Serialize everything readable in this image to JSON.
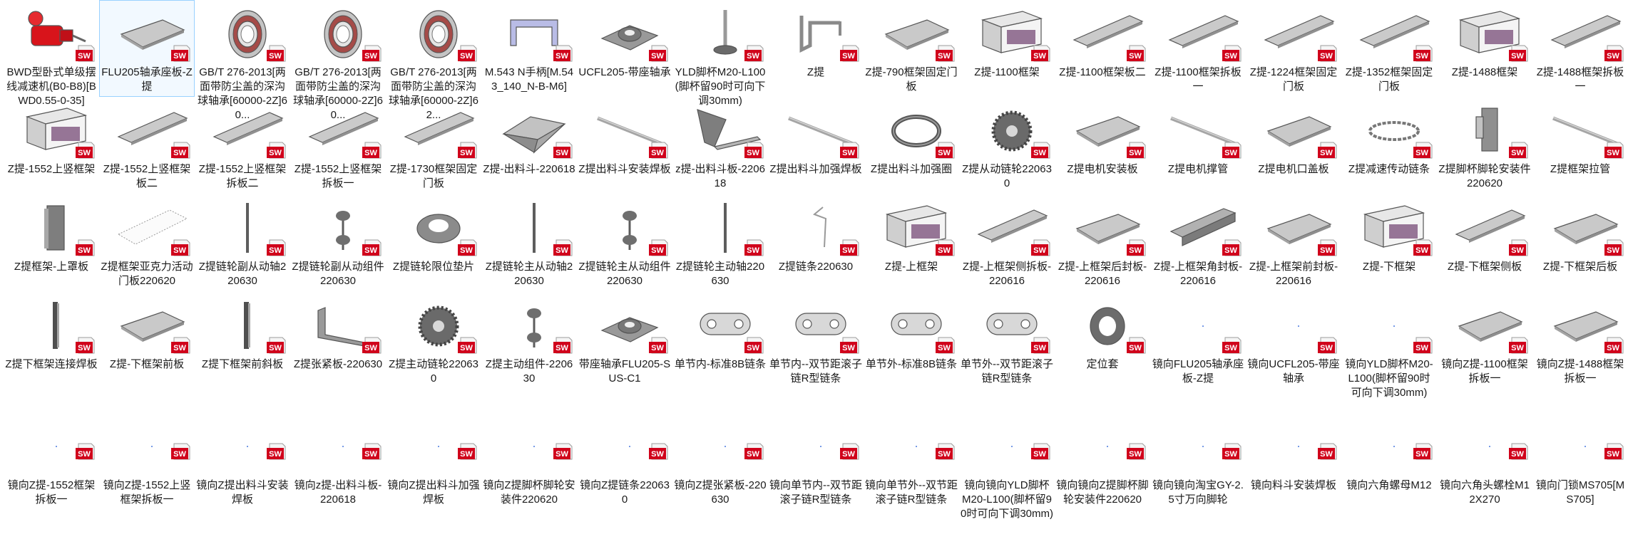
{
  "items": [
    {
      "label": "BWD型卧式单级摆线减速机(B0-B8)[BWD0.55-0-35]",
      "icon": "reducer-icon",
      "selected": false
    },
    {
      "label": "FLU205轴承座板-Z提",
      "icon": "plate-icon",
      "selected": true
    },
    {
      "label": "GB/T 276-2013[两面带防尘盖的深沟球轴承[60000-2Z]60...",
      "icon": "bearing-icon",
      "selected": false
    },
    {
      "label": "GB/T 276-2013[两面带防尘盖的深沟球轴承[60000-2Z]60...",
      "icon": "bearing-icon",
      "selected": false
    },
    {
      "label": "GB/T 276-2013[两面带防尘盖的深沟球轴承[60000-2Z]62...",
      "icon": "bearing-icon",
      "selected": false
    },
    {
      "label": "M.543 N手柄[M.543_140_N-B-M6]",
      "icon": "handle-icon",
      "selected": false
    },
    {
      "label": "UCFL205-带座轴承",
      "icon": "flange-bearing-icon",
      "selected": false
    },
    {
      "label": "YLD脚杯M20-L100(脚杯留90时可向下调30mm)",
      "icon": "leveling-foot-icon",
      "selected": false
    },
    {
      "label": "Z提",
      "icon": "frame-icon",
      "selected": false
    },
    {
      "label": "Z提-790框架固定门板",
      "icon": "plate-icon",
      "selected": false
    },
    {
      "label": "Z提-1100框架",
      "icon": "frame-box-icon",
      "selected": false
    },
    {
      "label": "Z提-1100框架板二",
      "icon": "long-plate-icon",
      "selected": false
    },
    {
      "label": "Z提-1100框架拆板一",
      "icon": "long-plate-icon",
      "selected": false
    },
    {
      "label": "Z提-1224框架固定门板",
      "icon": "long-plate-icon",
      "selected": false
    },
    {
      "label": "Z提-1352框架固定门板",
      "icon": "long-plate-icon",
      "selected": false
    },
    {
      "label": "Z提-1488框架",
      "icon": "frame-box-icon",
      "selected": false
    },
    {
      "label": "Z提-1488框架拆板一",
      "icon": "long-plate-icon",
      "selected": false
    },
    {
      "label": "Z提-1552上竖框架",
      "icon": "frame-box-icon",
      "selected": false
    },
    {
      "label": "Z提-1552上竖框架板二",
      "icon": "long-plate-icon",
      "selected": false
    },
    {
      "label": "Z提-1552上竖框架拆板二",
      "icon": "long-plate-icon",
      "selected": false
    },
    {
      "label": "Z提-1552上竖框架拆板一",
      "icon": "long-plate-icon",
      "selected": false
    },
    {
      "label": "Z提-1730框架固定门板",
      "icon": "long-plate-icon",
      "selected": false
    },
    {
      "label": "Z提-出料斗-220618",
      "icon": "hopper-icon",
      "selected": false
    },
    {
      "label": "Z提出料斗安装焊板",
      "icon": "rod-icon",
      "selected": false
    },
    {
      "label": "z提-出料斗板-220618",
      "icon": "bent-plate-icon",
      "selected": false
    },
    {
      "label": "Z提出料斗加强焊板",
      "icon": "rod-icon",
      "selected": false
    },
    {
      "label": "Z提出料斗加强圈",
      "icon": "ring-band-icon",
      "selected": false
    },
    {
      "label": "Z提从动链轮220630",
      "icon": "sprocket-icon",
      "selected": false
    },
    {
      "label": "Z提电机安装板",
      "icon": "plate-icon",
      "selected": false
    },
    {
      "label": "Z提电机撑管",
      "icon": "rod-icon",
      "selected": false
    },
    {
      "label": "Z提电机口盖板",
      "icon": "plate-icon",
      "selected": false
    },
    {
      "label": "Z提减速传动链条",
      "icon": "chain-loop-icon",
      "selected": false
    },
    {
      "label": "Z提脚杯脚轮安装件220620",
      "icon": "post-icon",
      "selected": false
    },
    {
      "label": "Z提框架拉管",
      "icon": "rod-icon",
      "selected": false
    },
    {
      "label": "Z提框架-上罩板",
      "icon": "cover-icon",
      "selected": false
    },
    {
      "label": "Z提框架亚克力活动门板220620",
      "icon": "outline-plate-icon",
      "selected": false
    },
    {
      "label": "Z提链轮副从动轴220630",
      "icon": "shaft-icon",
      "selected": false
    },
    {
      "label": "Z提链轮副从动组件220630",
      "icon": "shaft-assembly-icon",
      "selected": false
    },
    {
      "label": "Z提链轮限位垫片",
      "icon": "washer-icon",
      "selected": false
    },
    {
      "label": "Z提链轮主从动轴220630",
      "icon": "shaft-icon",
      "selected": false
    },
    {
      "label": "Z提链轮主从动组件220630",
      "icon": "shaft-assembly-icon",
      "selected": false
    },
    {
      "label": "Z提链轮主动轴220630",
      "icon": "shaft-icon",
      "selected": false
    },
    {
      "label": "Z提链条220630",
      "icon": "hook-icon",
      "selected": false
    },
    {
      "label": "Z提-上框架",
      "icon": "frame-box-icon",
      "selected": false
    },
    {
      "label": "Z提-上框架侧拆板-220616",
      "icon": "long-plate-icon",
      "selected": false
    },
    {
      "label": "Z提-上框架后封板-220616",
      "icon": "plate-icon",
      "selected": false
    },
    {
      "label": "Z提-上框架角封板-220616",
      "icon": "angle-icon",
      "selected": false
    },
    {
      "label": "Z提-上框架前封板-220616",
      "icon": "plate-icon",
      "selected": false
    },
    {
      "label": "Z提-下框架",
      "icon": "frame-box-icon",
      "selected": false
    },
    {
      "label": "Z提-下框架侧板",
      "icon": "long-plate-icon",
      "selected": false
    },
    {
      "label": "Z提-下框架后板",
      "icon": "plate-icon",
      "selected": false
    },
    {
      "label": "Z提下框架连接焊板",
      "icon": "flat-bar-icon",
      "selected": false
    },
    {
      "label": "Z提-下框架前板",
      "icon": "plate-icon",
      "selected": false
    },
    {
      "label": "Z提下框架前斜板",
      "icon": "flat-bar-icon",
      "selected": false
    },
    {
      "label": "Z提张紧板-220630",
      "icon": "bracket-icon",
      "selected": false
    },
    {
      "label": "Z提主动链轮220630",
      "icon": "sprocket-icon",
      "selected": false
    },
    {
      "label": "Z提主动组件-220630",
      "icon": "shaft-assembly-icon",
      "selected": false
    },
    {
      "label": "带座轴承FLU205-SUS-C1",
      "icon": "flange-bearing-icon",
      "selected": false
    },
    {
      "label": "单节内-标准8B链条",
      "icon": "chain-link-icon",
      "selected": false
    },
    {
      "label": "单节内--双节距滚子链R型链条",
      "icon": "chain-link-icon",
      "selected": false
    },
    {
      "label": "单节外-标准8B链条",
      "icon": "chain-link-icon",
      "selected": false
    },
    {
      "label": "单节外--双节距滚子链R型链条",
      "icon": "chain-link-icon",
      "selected": false
    },
    {
      "label": "定位套",
      "icon": "collar-icon",
      "selected": false
    },
    {
      "label": "镜向FLU205轴承座板-Z提",
      "icon": "empty-icon",
      "selected": false
    },
    {
      "label": "镜向UCFL205-带座轴承",
      "icon": "empty-icon",
      "selected": false
    },
    {
      "label": "镜向YLD脚杯M20-L100(脚杯留90时可向下调30mm)",
      "icon": "empty-icon",
      "selected": false
    },
    {
      "label": "镜向Z提-1100框架拆板一",
      "icon": "plate-icon",
      "selected": false
    },
    {
      "label": "镜向Z提-1488框架拆板一",
      "icon": "plate-icon",
      "selected": false
    },
    {
      "label": "镜向Z提-1552框架拆板一",
      "icon": "empty-icon",
      "selected": false
    },
    {
      "label": "镜向Z提-1552上竖框架拆板一",
      "icon": "empty-icon",
      "selected": false
    },
    {
      "label": "镜向Z提出料斗安装焊板",
      "icon": "empty-icon",
      "selected": false
    },
    {
      "label": "镜向z提-出料斗板-220618",
      "icon": "empty-icon",
      "selected": false
    },
    {
      "label": "镜向Z提出料斗加强焊板",
      "icon": "empty-icon",
      "selected": false
    },
    {
      "label": "镜向Z提脚杯脚轮安装件220620",
      "icon": "empty-icon",
      "selected": false
    },
    {
      "label": "镜向Z提链条220630",
      "icon": "empty-icon",
      "selected": false
    },
    {
      "label": "镜向Z提张紧板-220630",
      "icon": "empty-icon",
      "selected": false
    },
    {
      "label": "镜向单节内--双节距滚子链R型链条",
      "icon": "empty-icon",
      "selected": false
    },
    {
      "label": "镜向单节外--双节距滚子链R型链条",
      "icon": "empty-icon",
      "selected": false
    },
    {
      "label": "镜向镜向YLD脚杯M20-L100(脚杯留90时可向下调30mm)",
      "icon": "empty-icon",
      "selected": false
    },
    {
      "label": "镜向镜向Z提脚杯脚轮安装件220620",
      "icon": "empty-icon",
      "selected": false
    },
    {
      "label": "镜向镜向淘宝GY-2.5寸万向脚轮",
      "icon": "empty-icon",
      "selected": false
    },
    {
      "label": "镜向料斗安装焊板",
      "icon": "empty-icon",
      "selected": false
    },
    {
      "label": "镜向六角螺母M12",
      "icon": "empty-icon",
      "selected": false
    },
    {
      "label": "镜向六角头螺栓M12X270",
      "icon": "empty-icon",
      "selected": false
    },
    {
      "label": "镜向门锁MS705[MS705]",
      "icon": "empty-icon",
      "selected": false
    }
  ],
  "badge": {
    "text": "SW",
    "icon": "solidworks-file-icon"
  },
  "colors": {
    "badge_red": "#d0021b",
    "selection": "#cce8ff",
    "part_gray": "#b5b5b5"
  }
}
